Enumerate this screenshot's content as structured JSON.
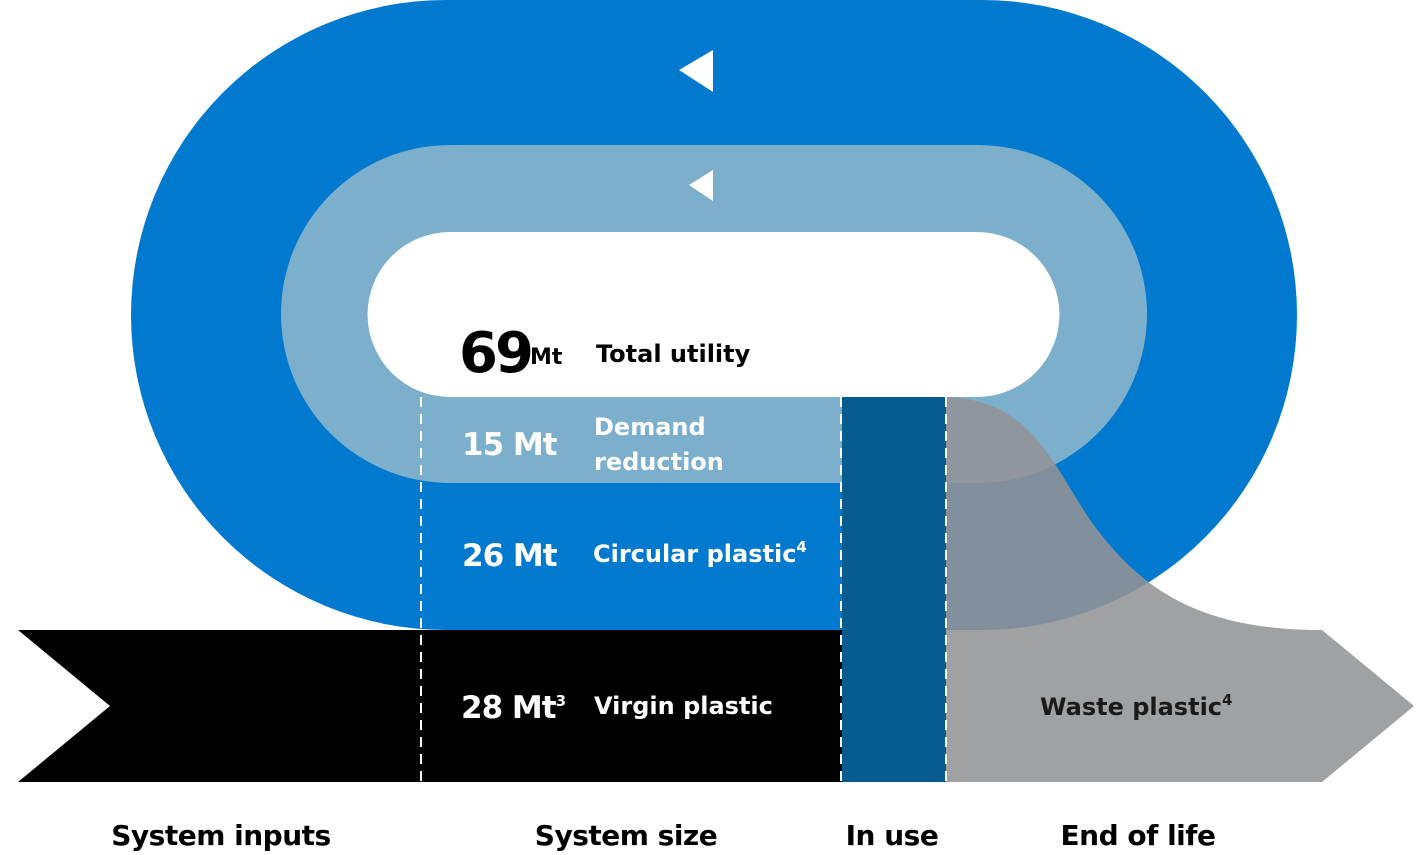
{
  "colors": {
    "outer_loop": "#0079CE",
    "demand_loop": "#7BAFCC",
    "in_use": "#065C8F",
    "virgin": "#000000",
    "waste": "#A0A1A3",
    "waste_overlay": "#8A9099",
    "divider": "#FFFFFF"
  },
  "total": {
    "value": "69",
    "unit": "Mt",
    "label": "Total utility"
  },
  "flows": [
    {
      "id": "demand-reduction",
      "value": "15 Mt",
      "label_line1": "Demand",
      "label_line2": "reduction"
    },
    {
      "id": "circular-plastic",
      "value": "26 Mt",
      "label": "Circular plastic",
      "footnote": "4"
    },
    {
      "id": "virgin-plastic",
      "value": "28 Mt",
      "value_footnote": "3",
      "label": "Virgin plastic"
    }
  ],
  "waste": {
    "label": "Waste plastic",
    "footnote": "4"
  },
  "stages": [
    {
      "id": "system-inputs",
      "label": "System inputs"
    },
    {
      "id": "system-size",
      "label": "System size"
    },
    {
      "id": "in-use",
      "label": "In use"
    },
    {
      "id": "end-of-life",
      "label": "End of life"
    }
  ],
  "flow_direction_icons": [
    "arrow-left-icon",
    "arrow-left-icon"
  ]
}
